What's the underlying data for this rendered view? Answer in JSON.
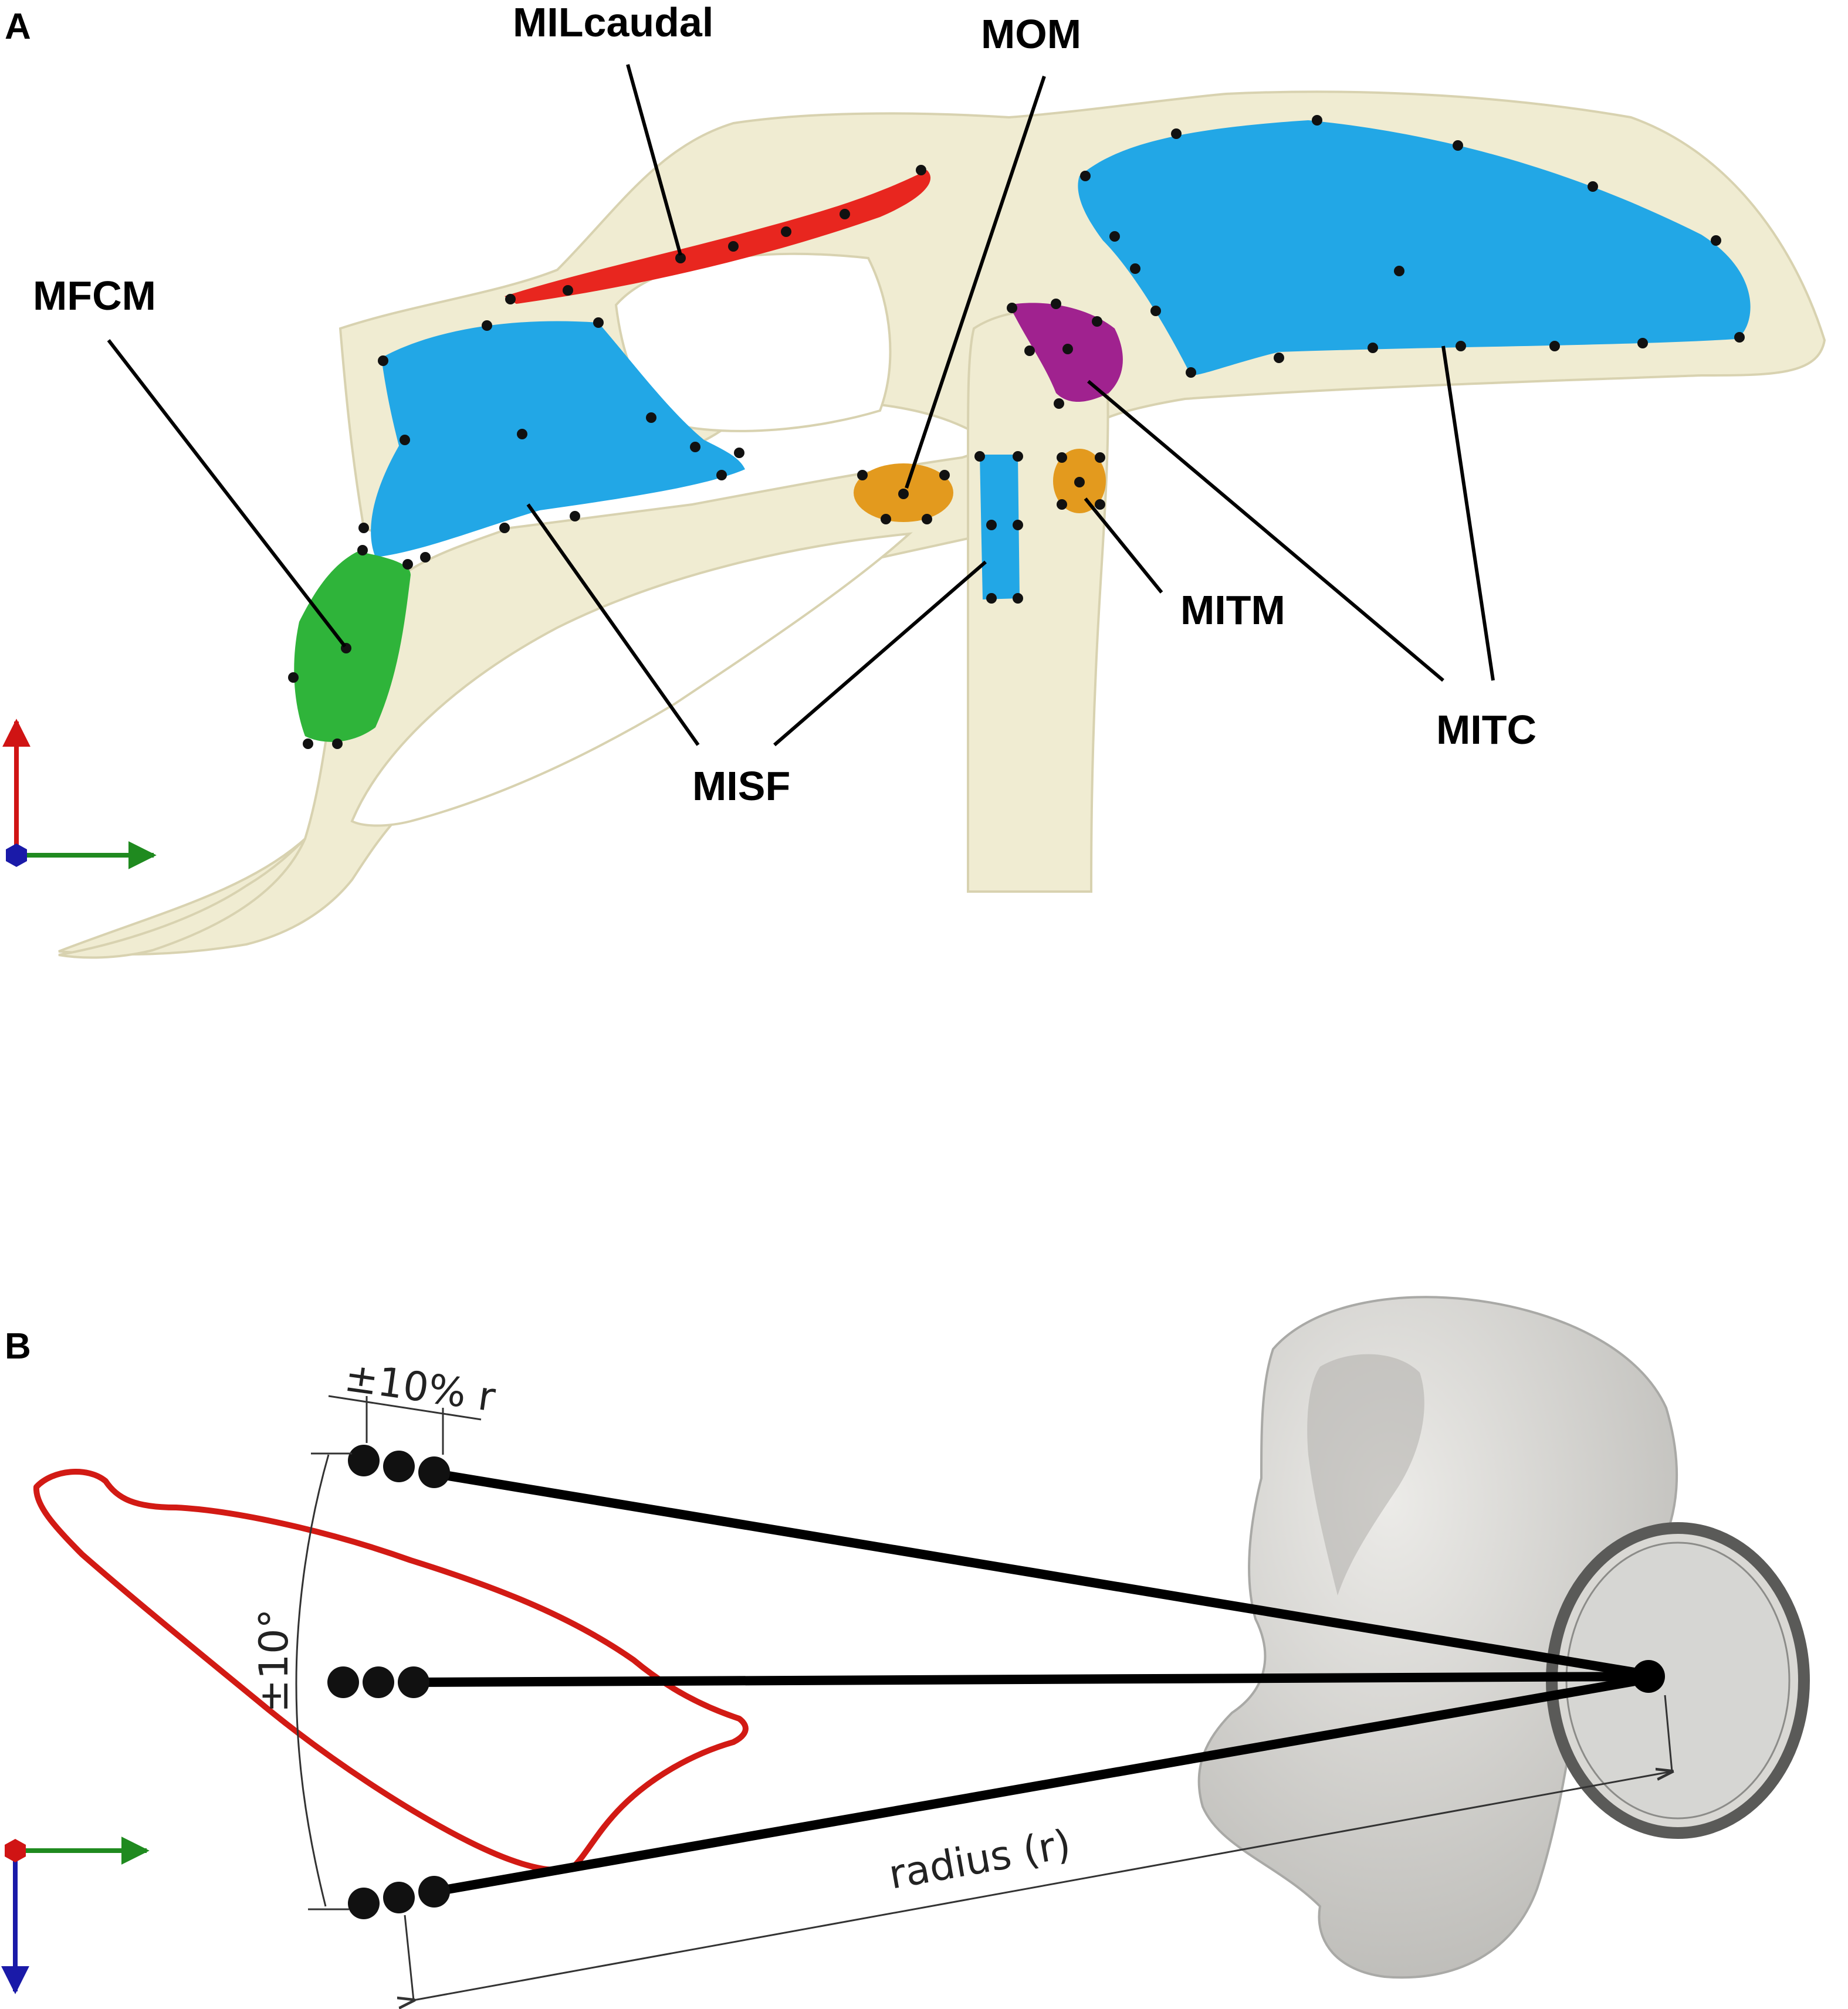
{
  "panel_a": {
    "letter": "A",
    "labels": {
      "milcaudal": "MILcaudal",
      "mom": "MOM",
      "mfcm": "MFCM",
      "mitm": "MITM",
      "mitc": "MITC",
      "misf": "MISF"
    },
    "colors": {
      "bone": "#f0ecd2",
      "blue_muscle": "#22a7e6",
      "red_muscle": "#e8261f",
      "green_muscle": "#2fb43a",
      "purple_muscle": "#a0228f",
      "orange_muscle": "#e39a1e"
    }
  },
  "panel_b": {
    "letter": "B",
    "labels": {
      "radius_offset": "±10% r",
      "angle": "±10°",
      "radius": "radius (r)"
    },
    "colors": {
      "outline": "#d21a14",
      "vertebra": "#d6d6d3"
    }
  },
  "axes": {
    "x_color": "#1f8a1f",
    "y_color": "#d01414",
    "z_color": "#1a1aa8"
  }
}
